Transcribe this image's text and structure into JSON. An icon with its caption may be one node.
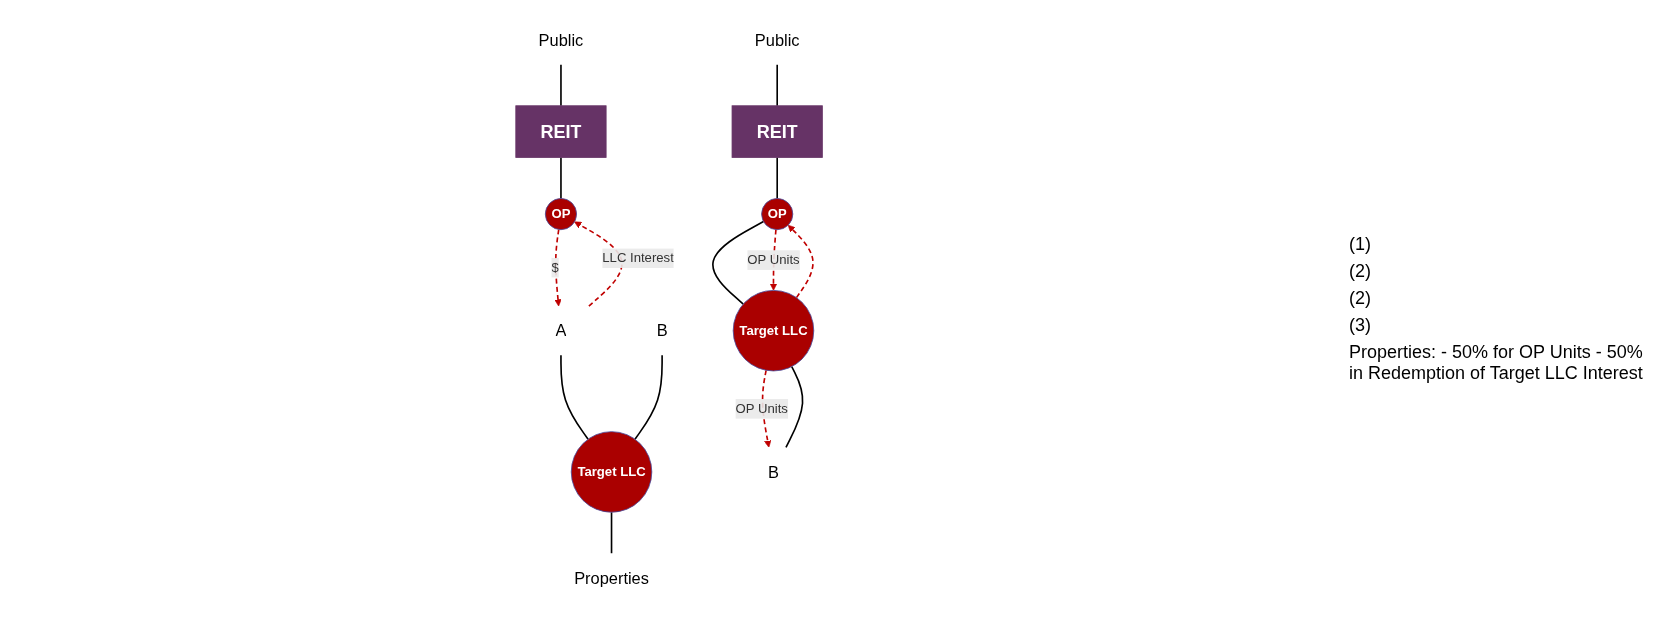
{
  "diagram": {
    "nodes": [
      {
        "text": [
          "Public"
        ]
      },
      {
        "text": [
          "REIT"
        ]
      },
      {
        "text": [
          "OP"
        ]
      },
      {
        "text": [
          "A"
        ]
      },
      {
        "text": [
          "B"
        ]
      },
      {
        "text": [
          "Target LLC"
        ]
      },
      {
        "text": [
          "Properties"
        ]
      },
      {
        "text": [
          "Public"
        ]
      },
      {
        "text": [
          "REIT"
        ]
      },
      {
        "text": [
          "OP"
        ]
      },
      {
        "text": [
          "B"
        ]
      },
      {
        "text": [
          "Target LLC"
        ]
      }
    ],
    "edges": [
      {
        "from": 0,
        "to": 1,
        "arrow": "none"
      },
      {
        "from": 1,
        "to": 2,
        "arrow": "none"
      },
      {
        "from": 2,
        "to": 3,
        "arrow": "to",
        "label": "$",
        "style": "dashed",
        "color": "#c00000"
      },
      {
        "from": 3,
        "to": 2,
        "arrow": "to",
        "label": "LLC Interest",
        "style": "dashed",
        "color": "#c00000"
      },
      {
        "from": 3,
        "to": 5,
        "arrow": "none"
      },
      {
        "from": 4,
        "to": 5,
        "arrow": "none"
      },
      {
        "from": 5,
        "to": 6,
        "arrow": "none"
      },
      {
        "from": 7,
        "to": 8,
        "arrow": "none"
      },
      {
        "from": 8,
        "to": 9,
        "arrow": "none"
      },
      {
        "from": 9,
        "to": 11,
        "arrow": "none"
      },
      {
        "from": 9,
        "to": 11,
        "arrow": "to",
        "label": "OP Units",
        "style": "dashed",
        "color": "#c00000"
      },
      {
        "from": 11,
        "to": 9,
        "arrow": "to",
        "style": "dashed",
        "color": "#c00000"
      },
      {
        "from": 10,
        "to": 11,
        "arrow": "none"
      },
      {
        "from": 11,
        "to": 10,
        "arrow": "to",
        "label": "OP Units",
        "style": "dashed",
        "color": "#c00000"
      }
    ],
    "labels": [
      "(1)",
      "(2)",
      "(2)",
      "(3)",
      "Properties: - 50% for OP Units - 50% in Redemption of Target LLC Interest"
    ]
  }
}
